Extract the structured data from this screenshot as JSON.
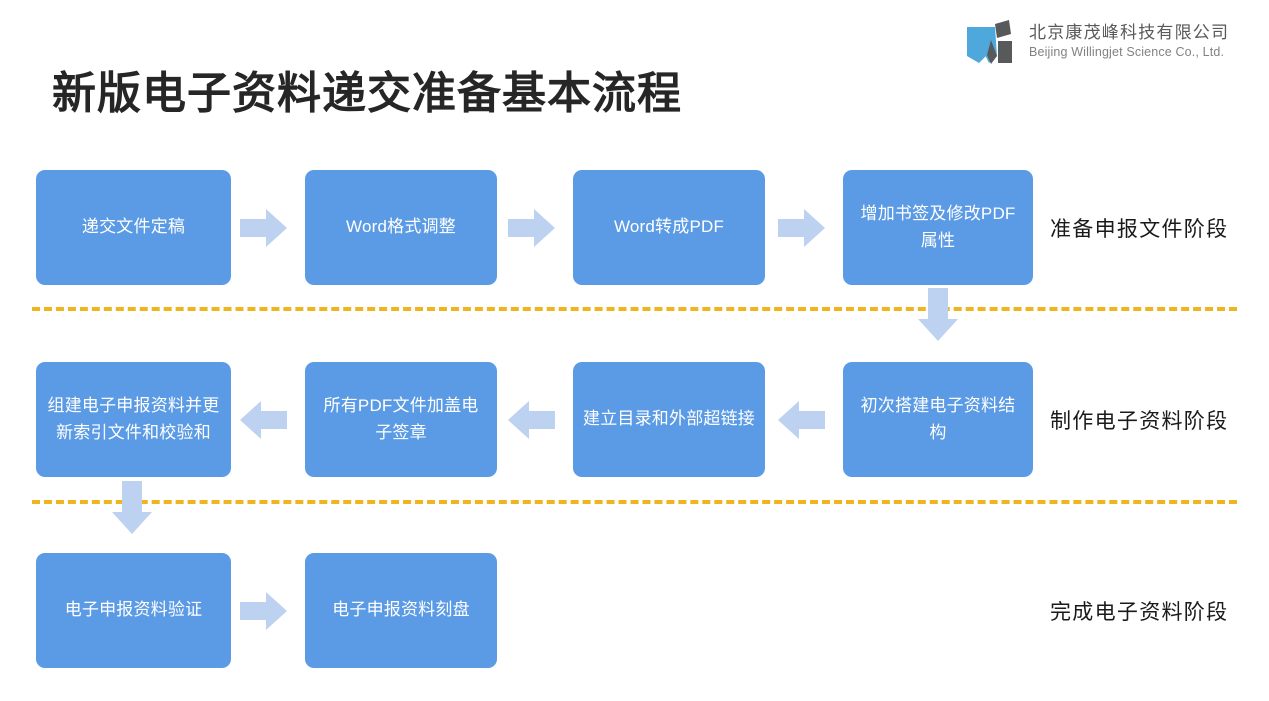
{
  "brand": {
    "logo_icon": "willingjet-w-logo-icon",
    "name_cn": "北京康茂峰科技有限公司",
    "name_en": "Beijing Willingjet Science Co., Ltd.",
    "logo_blue": "#4EA8DC",
    "logo_gray": "#58595B"
  },
  "title": "新版电子资料递交准备基本流程",
  "colors": {
    "node_blue": "#5B9BE5",
    "arrow_blue": "#BDD1F0",
    "divider_gold": "#F0B41E",
    "title_black": "#262626",
    "node_text": "#FFFFFF"
  },
  "rows": [
    {
      "stage_label": "准备申报文件阶段",
      "direction": "left-to-right",
      "nodes": [
        "递交文件定稿",
        "Word格式调整",
        "Word转成PDF",
        "增加书签及修改PDF属性"
      ],
      "arrows": [
        "arrow-right-icon",
        "arrow-right-icon",
        "arrow-right-icon"
      ]
    },
    {
      "stage_label": "制作电子资料阶段",
      "direction": "right-to-left",
      "nodes": [
        "组建电子申报资料并更新索引文件和校验和",
        "所有PDF文件加盖电子签章",
        "建立目录和外部超链接",
        "初次搭建电子资料结构"
      ],
      "arrows": [
        "arrow-left-icon",
        "arrow-left-icon",
        "arrow-left-icon"
      ]
    },
    {
      "stage_label": "完成电子资料阶段",
      "direction": "left-to-right",
      "nodes": [
        "电子申报资料验证",
        "电子申报资料刻盘"
      ],
      "arrows": [
        "arrow-right-icon"
      ]
    }
  ],
  "connectors": [
    {
      "icon": "arrow-down-icon",
      "from_row": 1,
      "to_row": 2
    },
    {
      "icon": "arrow-down-icon",
      "from_row": 2,
      "to_row": 3
    }
  ],
  "dividers": [
    "dashed-gold-divider",
    "dashed-gold-divider"
  ]
}
